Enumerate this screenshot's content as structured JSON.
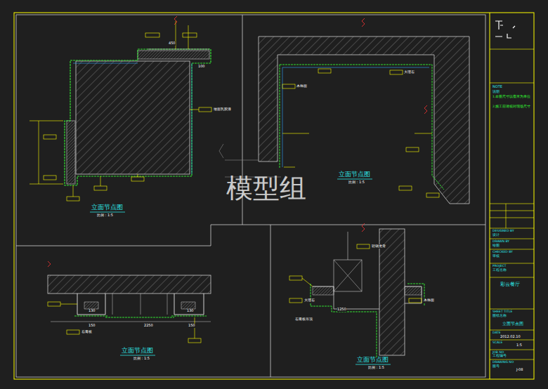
{
  "diagram": {
    "labels": [
      "模型组",
      "立面节点图",
      "比例：1:5",
      "立面节点图",
      "比例：1:5",
      "立面节点图",
      "比例：1:5",
      "立面节点图",
      "比例：1:5",
      "450",
      "100",
      "130",
      "130",
      "150",
      "2250",
      "150",
      "1250",
      "墙面乳胶漆",
      "木饰面",
      "大理石",
      "石膏板吊顶",
      "大理石",
      "木饰面",
      "石膏板",
      "轻钢龙骨",
      "NOTE",
      "说明",
      "1.本图尺寸以毫米为单位",
      "2.施工前请核对现场尺寸",
      "DESIGNED BY",
      "设计",
      "DRAWN BY",
      "绘图",
      "CHECKED BY",
      "审核",
      "PROJECT",
      "工程名称",
      "彩云餐厅",
      "SHEET TITLE",
      "图纸名称",
      "立面节点图",
      "DATE",
      "2012.02.10",
      "SCALE",
      "1:5",
      "JOB NO",
      "工程编号",
      "DRAWING NO",
      "图号",
      "J-08"
    ]
  }
}
